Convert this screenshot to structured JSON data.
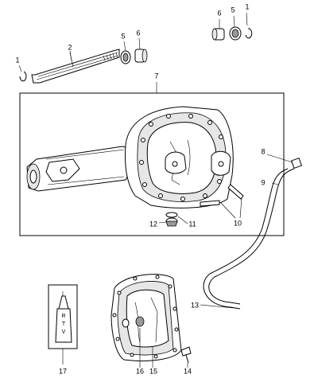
{
  "callouts": [
    {
      "id": "1a",
      "text": "1"
    },
    {
      "id": "2",
      "text": "2"
    },
    {
      "id": "5a",
      "text": "5"
    },
    {
      "id": "6a",
      "text": "6"
    },
    {
      "id": "6b",
      "text": "6"
    },
    {
      "id": "5b",
      "text": "5"
    },
    {
      "id": "1b",
      "text": "1"
    },
    {
      "id": "7",
      "text": "7"
    },
    {
      "id": "8",
      "text": "8"
    },
    {
      "id": "9",
      "text": "9"
    },
    {
      "id": "10",
      "text": "10"
    },
    {
      "id": "11",
      "text": "11"
    },
    {
      "id": "12",
      "text": "12"
    },
    {
      "id": "13",
      "text": "13"
    },
    {
      "id": "14",
      "text": "14"
    },
    {
      "id": "15",
      "text": "15"
    },
    {
      "id": "16",
      "text": "16"
    },
    {
      "id": "17",
      "text": "17"
    }
  ],
  "tube_label": [
    "R",
    "T",
    "V"
  ]
}
